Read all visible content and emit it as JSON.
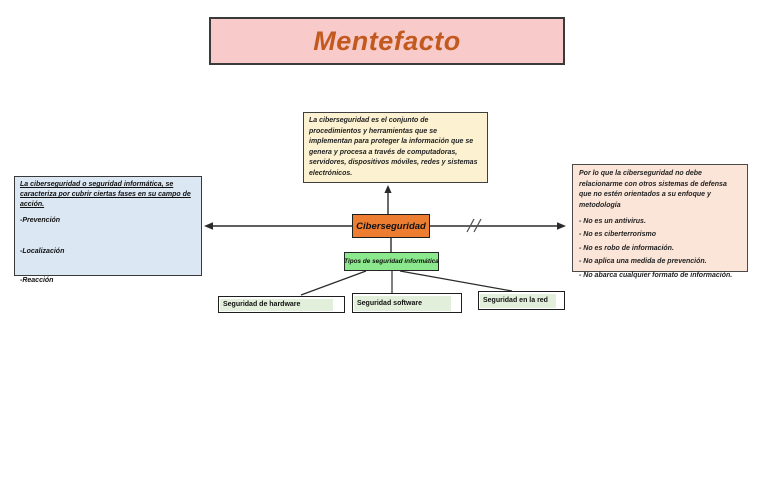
{
  "title": "Mentefacto",
  "definition_box": {
    "text": "La ciberseguridad es el conjunto de procedimientos y herramientas que se implementan para proteger la información que se genera y procesa a través de computadoras, servidores, dispositivos móviles, redes y sistemas electrónicos."
  },
  "phases_box": {
    "header": "La ciberseguridad o seguridad informática, se caracteriza por cubrir ciertas fases en su campo de acción.",
    "items": [
      "-Prevención",
      "-Localización",
      "-Reacción"
    ]
  },
  "exclusions_box": {
    "header": "Por lo que la ciberseguridad no debe relacionarme con otros sistemas de defensa que no estén orientados a su enfoque y metodología",
    "items": [
      "- No es un antivirus.",
      "- No es ciberterrorismo",
      "- No es robo de información.",
      "- No aplica una medida de prevención.",
      "- No abarca cualquier formato de información."
    ]
  },
  "central_node": {
    "label": "Ciberseguridad"
  },
  "types_node": {
    "label": "Tipos de seguridad informática"
  },
  "type_boxes": [
    {
      "label": "Seguridad de hardware"
    },
    {
      "label": "Seguridad software"
    },
    {
      "label": "Seguridad en la red"
    }
  ],
  "colors": {
    "title_bg": "#F8CBCA",
    "title_text": "#C2591F",
    "definition_bg": "#FCF2D1",
    "phases_bg": "#DBE7F3",
    "exclusions_bg": "#FBE5D8",
    "central_bg": "#ED7D31",
    "types_bg": "#8CE88C",
    "type_highlight_bg": "#E2EFDA"
  }
}
